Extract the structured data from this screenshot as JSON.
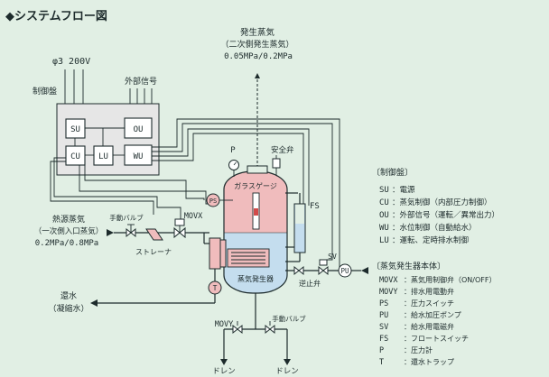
{
  "title": "◆システムフロー図",
  "power": "φ3 200V",
  "controlPanel": {
    "label": "制御盤",
    "su": "SU",
    "cu": "CU",
    "lu": "LU",
    "ou": "OU",
    "wu": "WU"
  },
  "externalSignal": "外部信号",
  "steamOut": {
    "line1": "発生蒸気",
    "line2": "（二次側発生蒸気）",
    "line3": "0.05MPa/0.2MPa"
  },
  "steamIn": {
    "line1": "熱源蒸気",
    "line2": "（一次側入口蒸気）",
    "line3": "0.2MPa/0.8MPa"
  },
  "condensate": {
    "line1": "還水",
    "line2": "（凝縮水）"
  },
  "vessel": {
    "gaugeGlass": "ガラスゲージ",
    "label": "蒸気発生器",
    "pressureGauge": "P",
    "safetyValve": "安全弁",
    "floatSwitch": "FS"
  },
  "tags": {
    "manualValveTop": "手動バルブ",
    "movx": "MOVX",
    "strainer": "ストレーナ",
    "ps": "PS",
    "trap": "T",
    "movy": "MOVY",
    "manualValveBottom": "手動バルブ",
    "drainLeft": "ドレン",
    "drainRight": "ドレン",
    "checkValve": "逆止弁",
    "sv": "SV",
    "pu": "PU"
  },
  "legend1": {
    "title": "〔制御盤〕",
    "items": [
      {
        "code": "SU",
        "desc": "：電源"
      },
      {
        "code": "CU",
        "desc": "：蒸気制御（内部圧力制御）"
      },
      {
        "code": "OU",
        "desc": "：外部信号（運転／異常出力）"
      },
      {
        "code": "WU",
        "desc": "：水位制御（自動給水）"
      },
      {
        "code": "LU",
        "desc": "：運転、定時排水制御"
      }
    ]
  },
  "legend2": {
    "title": "〔蒸気発生器本体〕",
    "items": [
      {
        "code": "MOVX",
        "desc": "：蒸気用制御弁（ON/OFF）"
      },
      {
        "code": "MOVY",
        "desc": "：排水用電動弁"
      },
      {
        "code": "PS",
        "desc": "：圧力スイッチ"
      },
      {
        "code": "PU",
        "desc": "：給水加圧ポンプ"
      },
      {
        "code": "SV",
        "desc": "：給水用電磁弁"
      },
      {
        "code": "FS",
        "desc": "：フロートスイッチ"
      },
      {
        "code": "P",
        "desc": "：圧力計"
      },
      {
        "code": "T",
        "desc": "：還水トラップ"
      }
    ]
  },
  "colors": {
    "background": "#e1efe4",
    "steam": "#f0bcbd",
    "water": "#c4ddee",
    "heater": "#f0bcbd",
    "line": "#1d2b2c"
  }
}
